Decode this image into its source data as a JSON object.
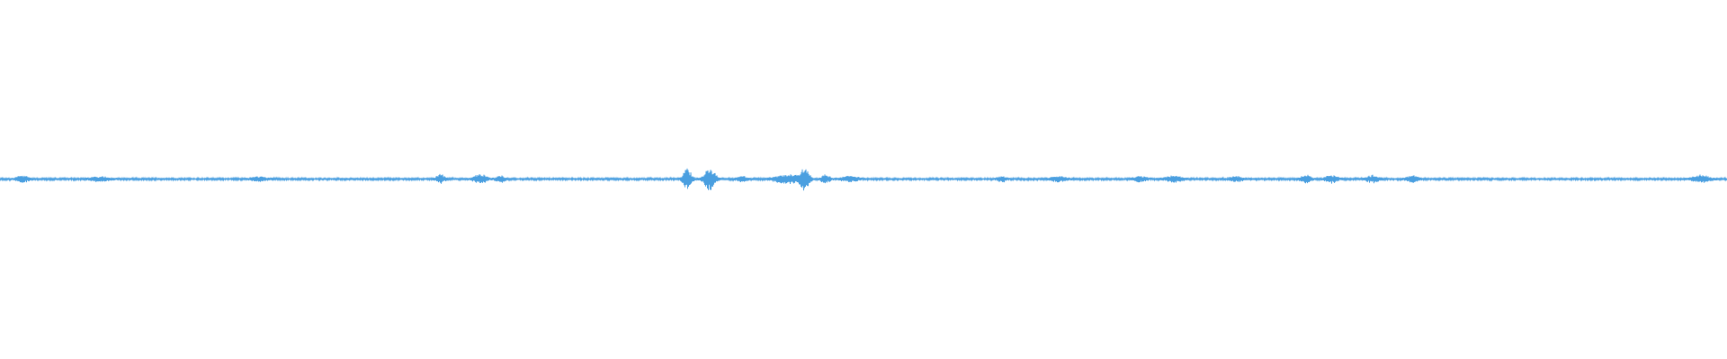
{
  "waveform": {
    "color": "#4a9fe0",
    "background": "#ffffff",
    "bursts": [
      {
        "center": 0.013,
        "width": 0.006,
        "amplitude": 0.07
      },
      {
        "center": 0.058,
        "width": 0.01,
        "amplitude": 0.05
      },
      {
        "center": 0.15,
        "width": 0.008,
        "amplitude": 0.05
      },
      {
        "center": 0.255,
        "width": 0.004,
        "amplitude": 0.1
      },
      {
        "center": 0.278,
        "width": 0.006,
        "amplitude": 0.1
      },
      {
        "center": 0.29,
        "width": 0.004,
        "amplitude": 0.08
      },
      {
        "center": 0.398,
        "width": 0.004,
        "amplitude": 0.22
      },
      {
        "center": 0.411,
        "width": 0.005,
        "amplitude": 0.24
      },
      {
        "center": 0.43,
        "width": 0.005,
        "amplitude": 0.06
      },
      {
        "center": 0.456,
        "width": 0.012,
        "amplitude": 0.1
      },
      {
        "center": 0.466,
        "width": 0.004,
        "amplitude": 0.25
      },
      {
        "center": 0.478,
        "width": 0.004,
        "amplitude": 0.09
      },
      {
        "center": 0.492,
        "width": 0.008,
        "amplitude": 0.06
      },
      {
        "center": 0.58,
        "width": 0.004,
        "amplitude": 0.07
      },
      {
        "center": 0.613,
        "width": 0.008,
        "amplitude": 0.06
      },
      {
        "center": 0.66,
        "width": 0.006,
        "amplitude": 0.06
      },
      {
        "center": 0.68,
        "width": 0.008,
        "amplitude": 0.07
      },
      {
        "center": 0.716,
        "width": 0.008,
        "amplitude": 0.05
      },
      {
        "center": 0.756,
        "width": 0.005,
        "amplitude": 0.09
      },
      {
        "center": 0.771,
        "width": 0.006,
        "amplitude": 0.08
      },
      {
        "center": 0.795,
        "width": 0.006,
        "amplitude": 0.08
      },
      {
        "center": 0.818,
        "width": 0.006,
        "amplitude": 0.07
      },
      {
        "center": 0.985,
        "width": 0.008,
        "amplitude": 0.08
      }
    ],
    "noise_amplitude": 0.018
  }
}
